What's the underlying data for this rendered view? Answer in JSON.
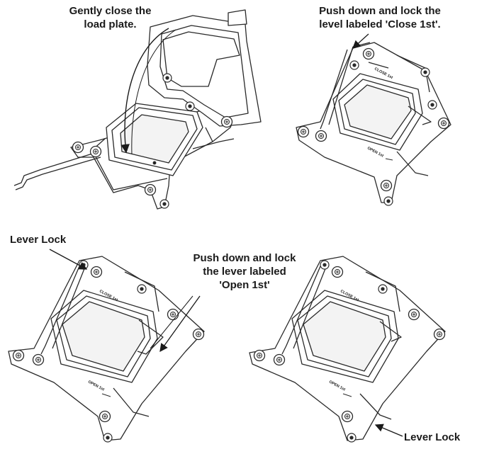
{
  "steps": [
    {
      "caption_line1": "Gently close the",
      "caption_line2": "load plate."
    },
    {
      "caption_line1": "Push down and lock the",
      "caption_line2": "level labeled 'Close 1st'."
    },
    {
      "caption_line1": "Push down and lock",
      "caption_line2": "the lever labeled",
      "caption_line3": "'Open 1st'"
    }
  ],
  "callouts": {
    "lever_lock_top": "Lever Lock",
    "lever_lock_bottom": "Lever Lock"
  },
  "socket_markings": {
    "close": "CLOSE 1st",
    "open": "OPEN 1st"
  }
}
